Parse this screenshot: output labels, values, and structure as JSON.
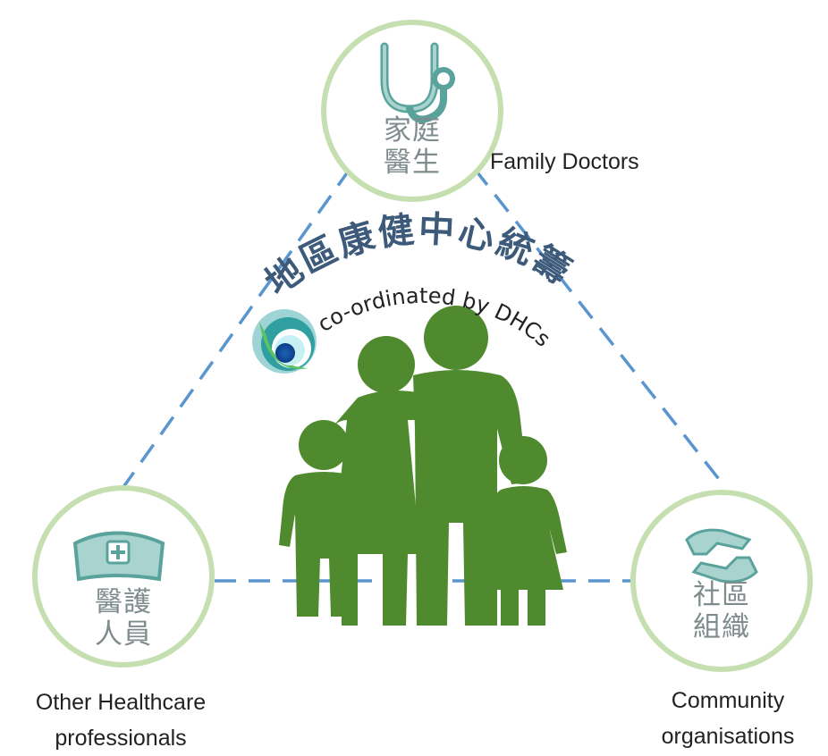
{
  "nodes": {
    "family_doctors": {
      "zh_line1": "家庭",
      "zh_line2": "醫生",
      "en": "Family Doctors"
    },
    "healthcare": {
      "zh_line1": "醫護",
      "zh_line2": "人員",
      "en_line1": "Other Healthcare",
      "en_line2": "professionals"
    },
    "community": {
      "zh_line1": "社區",
      "zh_line2": "組織",
      "en_line1": "Community",
      "en_line2": "organisations"
    }
  },
  "center": {
    "zh_title": "地區康健中心統籌",
    "en_subtitle": "co-ordinated by DHCs"
  },
  "icons": {
    "top": "stethoscope-icon",
    "left": "nurse-cap-icon",
    "right": "helping-hands-icon",
    "logo": "dhc-logo",
    "family": "family-silhouette"
  },
  "colors": {
    "ring": "#c5dfb0",
    "dashed_line": "#5b95cf",
    "icon": "#8ec3be",
    "icon_stroke": "#5aa39c",
    "family": "#4f8a2f",
    "title": "#3d5a7a",
    "text_gray": "#7f8c8d"
  }
}
